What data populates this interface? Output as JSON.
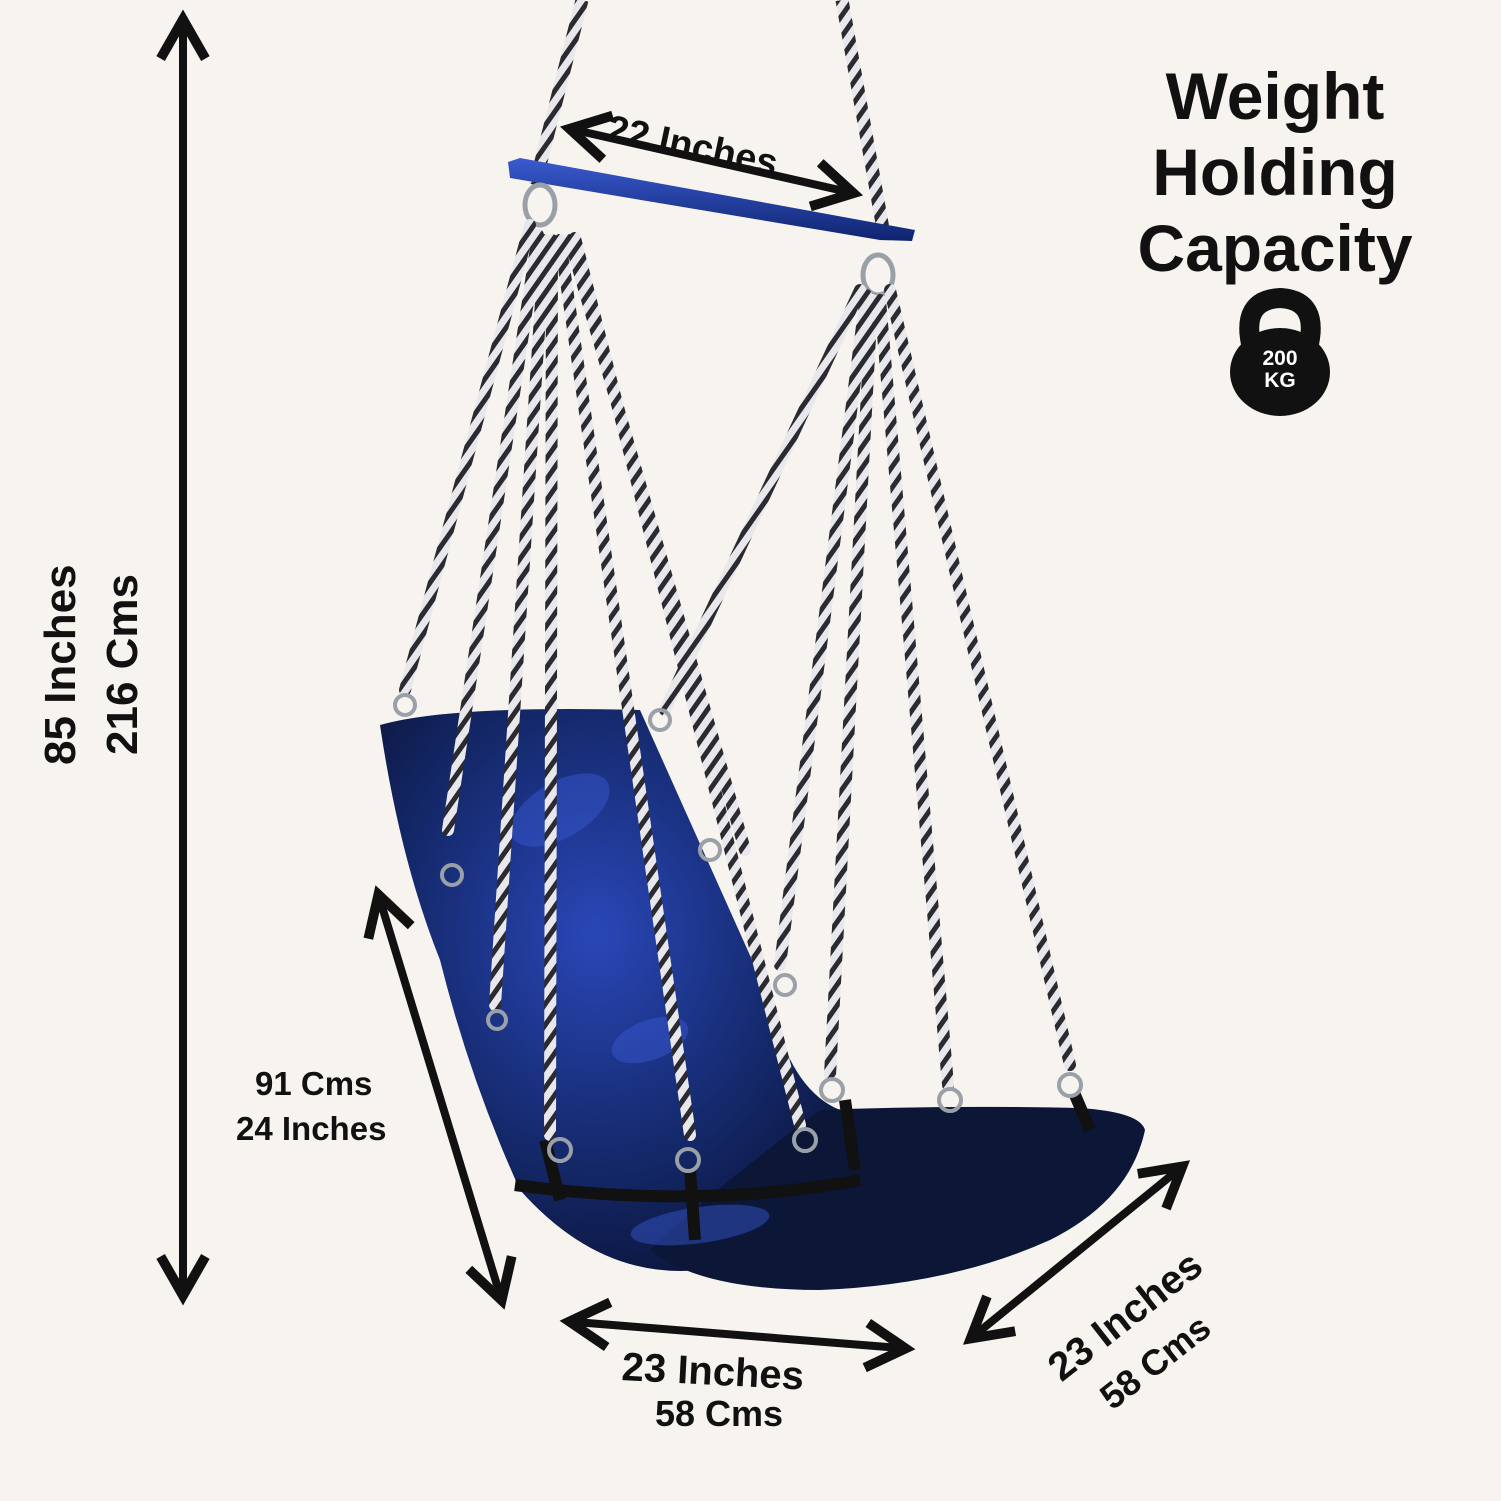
{
  "colors": {
    "background": "#f7f3ee",
    "cushion": "#0d1b44",
    "cushion_highlight": "#2a47b8",
    "bar": "#1c3a9c",
    "rope_dark": "#2a2a30",
    "rope_light": "#e8e8ec",
    "arrow": "#111111",
    "badge": "#111111"
  },
  "weight_capacity": {
    "line1": "Weight",
    "line2": "Holding",
    "line3": "Capacity",
    "badge_value": "200",
    "badge_unit": "KG",
    "icon": "kettlebell-icon"
  },
  "dimensions": {
    "top_bar": "22 Inches",
    "height_inches": "85 Inches",
    "height_cms": "216 Cms",
    "back_cms": "91 Cms",
    "back_inches": "24 Inches",
    "seat_width_inches": "23 Inches",
    "seat_width_cms": "58 Cms",
    "seat_depth_inches": "23 Inches",
    "seat_depth_cms": "58 Cms"
  }
}
